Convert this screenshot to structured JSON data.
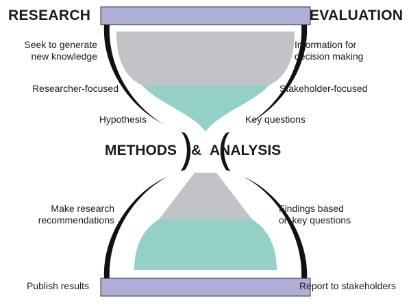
{
  "headings": {
    "left": "RESEARCH",
    "right": "EVALUATION"
  },
  "middle": {
    "left": "METHODS",
    "ampersand": "&",
    "right": "ANALYSIS"
  },
  "left_labels": {
    "knowledge": "Seek to generate\nnew knowledge",
    "focus": "Researcher-focused",
    "hypothesis": "Hypothesis",
    "recommendations": "Make research\nrecommendations",
    "publish": "Publish results"
  },
  "right_labels": {
    "decision": "Information for\ndecision making",
    "focus": "Stakeholder-focused",
    "questions": "Key questions",
    "findings": "Findings based\non key questions",
    "report": "Report to stakeholders"
  },
  "colors": {
    "cap": "#aeaed6",
    "sand_gray": "#c2c3c6",
    "sand_teal": "#94d0c8",
    "outline": "#111111"
  }
}
